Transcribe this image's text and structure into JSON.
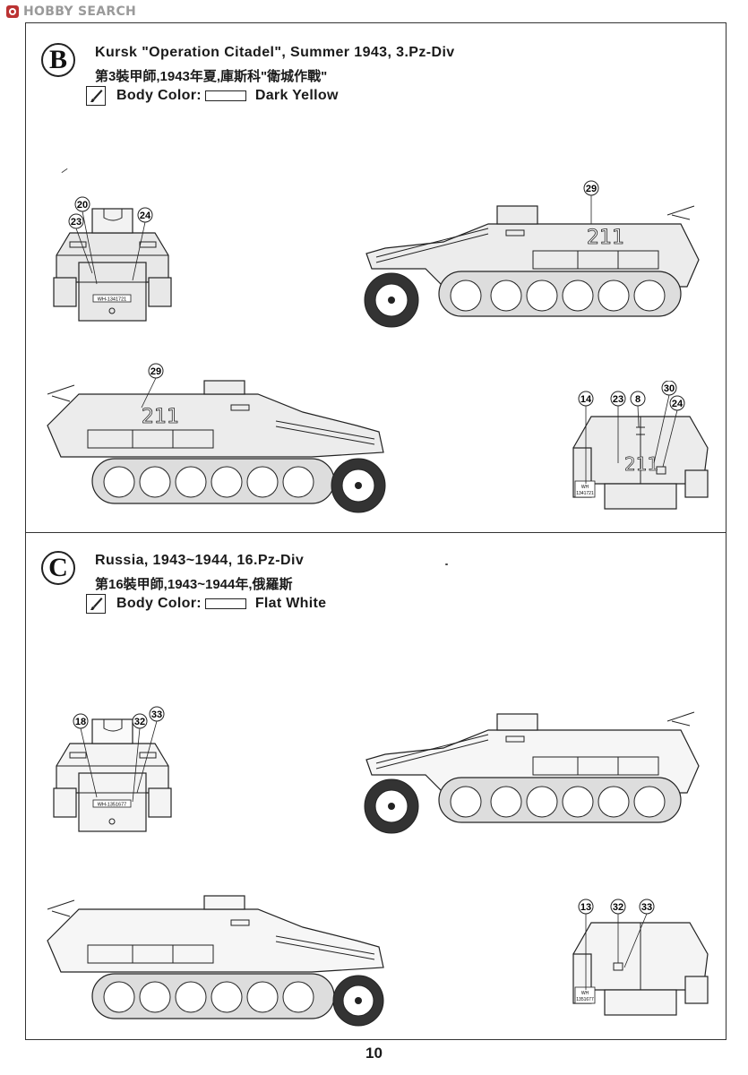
{
  "watermark": {
    "text": "HOBBY SEARCH"
  },
  "schemes": [
    {
      "letter": "B",
      "title_en": "Kursk \"Operation Citadel\", Summer 1943, 3.Pz-Div",
      "title_zh": "第3裝甲師,1943年夏,庫斯科\"衛城作戰\"",
      "body_color_label": "Body Color:",
      "body_color_name": "Dark Yellow",
      "brush_icon": "paintbrush-icon",
      "turret_number": "211",
      "plate": "WH-1341721",
      "plate_rear": [
        "WH",
        "1341721"
      ],
      "callouts": {
        "front": [
          "20",
          "23",
          "24"
        ],
        "side_right": [
          "29"
        ],
        "side_left": [
          "29"
        ],
        "rear": [
          "14",
          "23",
          "8",
          "30",
          "24"
        ]
      }
    },
    {
      "letter": "C",
      "title_en": "Russia, 1943~1944, 16.Pz-Div",
      "title_zh": "第16裝甲師,1943~1944年,俄羅斯",
      "body_color_label": "Body Color:",
      "body_color_name": "Flat White",
      "brush_icon": "paintbrush-icon",
      "plate": "WH-1351677",
      "plate_rear": [
        "WH",
        "1351677"
      ],
      "callouts": {
        "front": [
          "18",
          "32",
          "33"
        ],
        "rear": [
          "13",
          "32",
          "33"
        ]
      }
    }
  ],
  "page_number": "10"
}
